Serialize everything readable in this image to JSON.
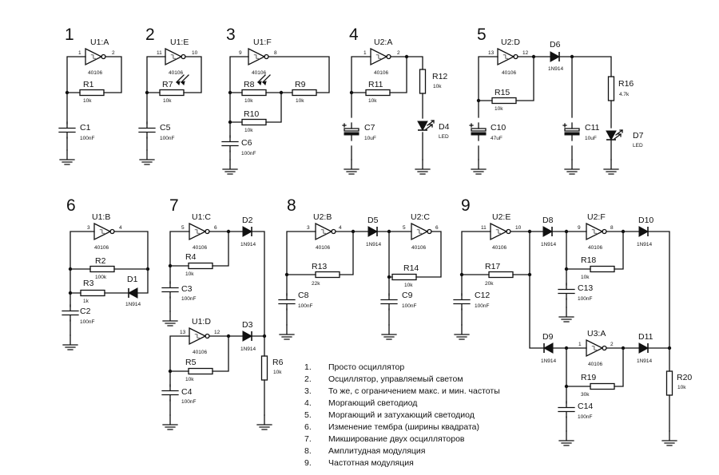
{
  "circuits": [
    {
      "number": "1",
      "parts": {
        "gate": "U1:A",
        "gate_type": "40106",
        "pin_in": "1",
        "pin_out": "2",
        "r": "R1",
        "r_val": "10k",
        "c": "C1",
        "c_val": "100nF"
      }
    },
    {
      "number": "2",
      "parts": {
        "gate": "U1:E",
        "gate_type": "40106",
        "pin_in": "11",
        "pin_out": "10",
        "r": "R7",
        "r_val": "10k",
        "c": "C5",
        "c_val": "100nF"
      }
    },
    {
      "number": "3",
      "parts": {
        "gate": "U1:F",
        "gate_type": "40106",
        "pin_in": "9",
        "pin_out": "8",
        "r8": "R8",
        "r8_val": "10k",
        "r9": "R9",
        "r9_val": "10k",
        "r10": "R10",
        "r10_val": "10k",
        "c": "C6",
        "c_val": "100nF"
      }
    },
    {
      "number": "4",
      "parts": {
        "gate": "U2:A",
        "gate_type": "40106",
        "pin_in": "1",
        "pin_out": "2",
        "r11": "R11",
        "r11_val": "10k",
        "r12": "R12",
        "r12_val": "10k",
        "c": "C7",
        "c_val": "10uF",
        "led": "D4",
        "led_val": "LED"
      }
    },
    {
      "number": "5",
      "parts": {
        "gate": "U2:D",
        "gate_type": "40106",
        "pin_in": "13",
        "pin_out": "12",
        "diode": "D6",
        "diode_val": "1N914",
        "r15": "R15",
        "r15_val": "10k",
        "r16": "R16",
        "r16_val": "4.7k",
        "c10": "C10",
        "c10_val": "47uF",
        "c11": "C11",
        "c11_val": "10uF",
        "led": "D7",
        "led_val": "LED"
      }
    },
    {
      "number": "6",
      "parts": {
        "gate": "U1:B",
        "gate_type": "40106",
        "pin_in": "3",
        "pin_out": "4",
        "r2": "R2",
        "r2_val": "100k",
        "r3": "R3",
        "r3_val": "1k",
        "d": "D1",
        "d_val": "1N914",
        "c": "C2",
        "c_val": "100nF"
      }
    },
    {
      "number": "7",
      "parts": {
        "gate_c": "U1:C",
        "gate_c_type": "40106",
        "gc_in": "5",
        "gc_out": "6",
        "r4": "R4",
        "r4_val": "10k",
        "c3": "C3",
        "c3_val": "100nF",
        "d2": "D2",
        "d2_val": "1N914",
        "gate_d": "U1:D",
        "gate_d_type": "40106",
        "gd_in": "13",
        "gd_out": "12",
        "r5": "R5",
        "r5_val": "10k",
        "c4": "C4",
        "c4_val": "100nF",
        "d3": "D3",
        "d3_val": "1N914",
        "r6": "R6",
        "r6_val": "10k"
      }
    },
    {
      "number": "8",
      "parts": {
        "gate_b": "U2:B",
        "gate_b_type": "40106",
        "gb_in": "3",
        "gb_out": "4",
        "r13": "R13",
        "r13_val": "22k",
        "c8": "C8",
        "c8_val": "100nF",
        "d5": "D5",
        "d5_val": "1N914",
        "gate_c": "U2:C",
        "gate_c_type": "40106",
        "gc_in": "5",
        "gc_out": "6",
        "r14": "R14",
        "r14_val": "10k",
        "c9": "C9",
        "c9_val": "100nF"
      }
    },
    {
      "number": "9",
      "parts": {
        "gate_e": "U2:E",
        "gate_e_type": "40106",
        "ge_in": "11",
        "ge_out": "10",
        "r17": "R17",
        "r17_val": "20k",
        "c12": "C12",
        "c12_val": "100nF",
        "d8": "D8",
        "d8_val": "1N914",
        "gate_f": "U2:F",
        "gate_f_type": "40106",
        "gf_in": "9",
        "gf_out": "8",
        "r18": "R18",
        "r18_val": "10k",
        "c13": "C13",
        "c13_val": "100nF",
        "d10": "D10",
        "d10_val": "1N914",
        "d9": "D9",
        "d9_val": "1N914",
        "gate_u3": "U3:A",
        "gate_u3_type": "40106",
        "gu_in": "1",
        "gu_out": "2",
        "r19": "R19",
        "r19_val": "30k",
        "c14": "C14",
        "c14_val": "100nF",
        "d11": "D11",
        "d11_val": "1N914",
        "r20": "R20",
        "r20_val": "10k"
      }
    }
  ],
  "legend": [
    {
      "n": "1.",
      "text": "Просто осциллятор"
    },
    {
      "n": "2.",
      "text": "Осциллятор, управляемый светом"
    },
    {
      "n": "3.",
      "text": "То же, с ограничением макс. и мин. частоты"
    },
    {
      "n": "4.",
      "text": "Моргающий светодиод"
    },
    {
      "n": "5.",
      "text": "Моргающий и затухающий светодиод"
    },
    {
      "n": "6.",
      "text": "Изменение тембра (ширины квадрата)"
    },
    {
      "n": "7.",
      "text": "Микширование двух осцилляторов"
    },
    {
      "n": "8.",
      "text": "Амплитудная модуляция"
    },
    {
      "n": "9.",
      "text": "Частотная модуляция"
    }
  ]
}
